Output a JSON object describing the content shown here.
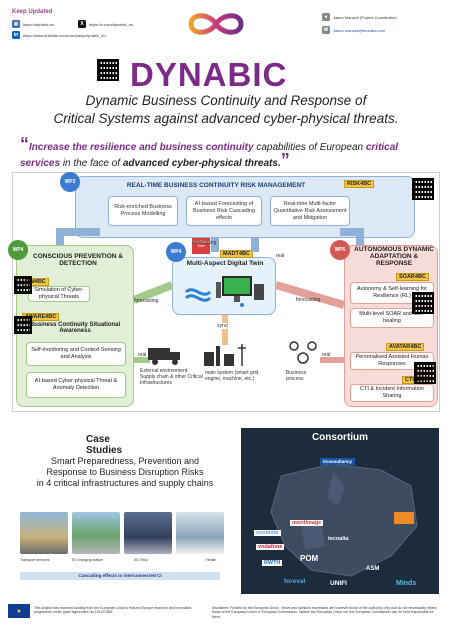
{
  "header": {
    "keep_updated": "Keep Updated",
    "website": "https://dynabic.eu",
    "x_handle": "https://x.com/dynabic_eu",
    "linkedin": "https://www.linkedin.com/company/dynabic_eu",
    "coordinator": "Jason Mansell (Project Coordinator)",
    "email": "Jason.mansell@tecnalia.com"
  },
  "brand": "DYNABIC",
  "subtitle": {
    "line1": "Dynamic Business Continuity and Response of",
    "line2": "Critical Systems against advanced cyber-physical threats."
  },
  "mission": {
    "p1": "Increase the ",
    "b1": "resilience and business continuity",
    "p2": " capabilities of European ",
    "b2": "critical services",
    "p3": " in the face of ",
    "b3": "advanced cyber-physical threats."
  },
  "diagram": {
    "wp3": {
      "circle": "WP3",
      "title": "REAL-TIME BUSINESS CONTINUITY RISK MANAGEMENT",
      "tag": "RISK4BC",
      "boxes": [
        "Risk-enriched Business Process Modelling",
        "AI-based Forecasting of Business Risk Cascading effects",
        "Real-time Multi-factor Quantitative Risk Assessment and Mitigation"
      ]
    },
    "left": {
      "circle": "WP4",
      "title": "CONSCIOUS PREVENTION & DETECTION",
      "tag1": "SIM4BC",
      "sim": "Simulation of Cyber-physical Threats",
      "tag2": "AWARE4BC",
      "awareness": "Business Continuity Situational Awareness",
      "box1": "Self-monitoring and Context Sensing and Analysis",
      "box2": "AI-based Cyber-physical Threat & Anomaly Detection"
    },
    "center": {
      "circle": "WP4",
      "tag": "MADT4BC",
      "title": "Multi-Aspect Digital Twin",
      "badge": "Real/Digital Twin"
    },
    "right": {
      "circle": "WP5",
      "title": "AUTONOMOUS DYNAMIC ADAPTATION & RESPONSE",
      "tag1": "SOAR4BC",
      "box1": "Autonomy & Self-learning for Resilience (RL)",
      "box2": "Multi-level SOAR and Self-healing",
      "tag2": "AVATAR4BC",
      "box3": "Personalised Assisted Human Responses",
      "tag3": "CTI4BC",
      "box4": "CTI & Incident Information Sharing"
    },
    "labels": {
      "forecasting_top": "forecasting",
      "real_top": "real",
      "forecasting_left": "forecasting",
      "forecasting_right": "forecasting",
      "sync": "sync",
      "real_left": "real",
      "real_right": "real"
    },
    "bottom": {
      "external": "External environment: Supply chain & other Critical Infrastructures",
      "main": "main system (smart grid, engine, machine, etc.)",
      "process": "Business process"
    }
  },
  "case_studies": {
    "title_line1": "Case",
    "title_line2": "Studies",
    "sub_line1": "Smart Preparedness, Prevention and",
    "sub_line2": "Response to Business Disruption Risks",
    "sub_line3": "in 4 critical infrastructures and supply chains",
    "captions": [
      "Transport services",
      "EV charging station",
      "5G Telco",
      "Health"
    ],
    "bar": "Cascading effects in interconnected CI"
  },
  "consortium": {
    "title": "Consortium",
    "partners": [
      "tecnalia",
      "montimage",
      "cosmote",
      "vodafone",
      "RWTH",
      "POM",
      "foreval",
      "UNIFI",
      "ASM",
      "Minds",
      "itconsultancy"
    ]
  },
  "footer": {
    "left": "This project has received funding from the European Union's Horizon Europe research and innovation programme under grant agreement No 101070455",
    "right": "Disclaimer: Funded by the European Union. Views and opinions expressed are however those of the author(s) only and do not necessarily reflect those of the European Union or European Commission. Neither the European Union nor the European Commission can be held responsible for them."
  }
}
